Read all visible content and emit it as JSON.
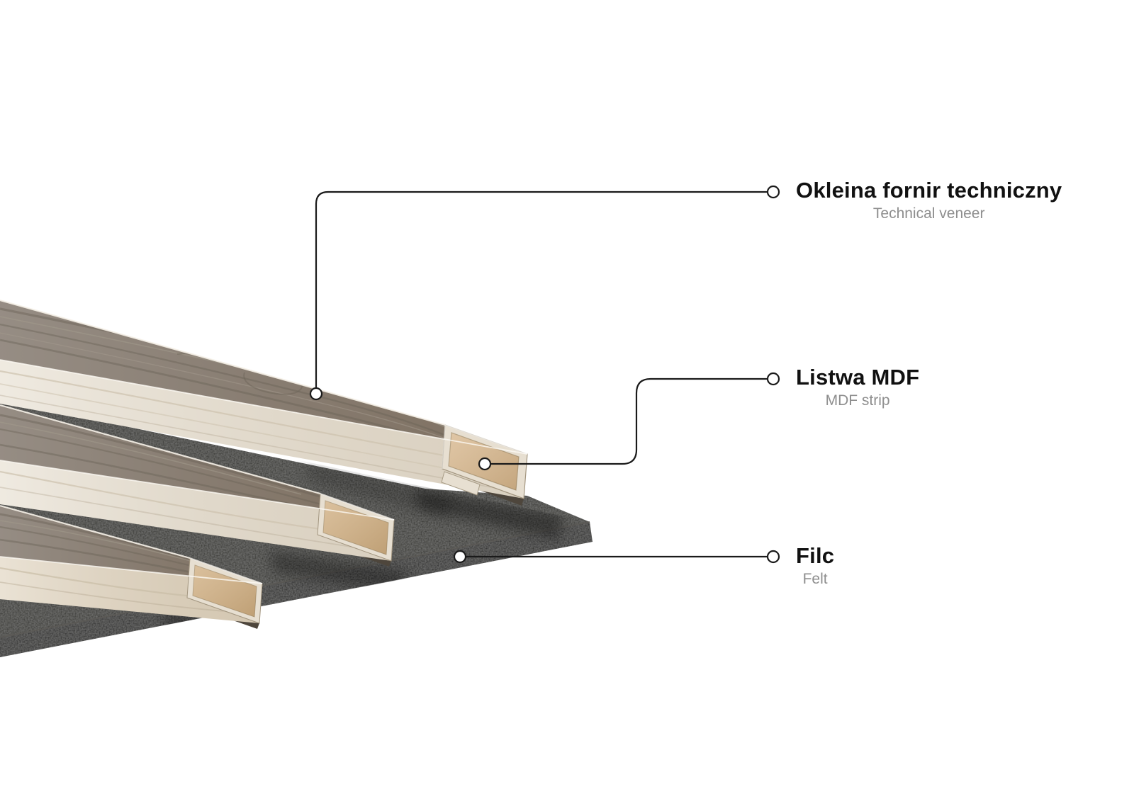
{
  "diagram_subject": "acoustic-slat-panel-structure",
  "callouts": [
    {
      "id": "veneer",
      "title": "Okleina fornir techniczny",
      "subtitle": "Technical veneer"
    },
    {
      "id": "mdf",
      "title": "Listwa MDF",
      "subtitle": "MDF strip"
    },
    {
      "id": "felt",
      "title": "Filc",
      "subtitle": "Felt"
    }
  ],
  "colors": {
    "background": "#ffffff",
    "leader_line": "#1a1a1a",
    "marker_fill": "#ffffff",
    "title_text": "#111111",
    "subtitle_text": "#8e8e8e",
    "wood_top": "#8a8076",
    "wood_front": "#e9e2d5",
    "wood_front_warm": "#e2d7c4",
    "veneer_edge": "#e7dfd1",
    "mdf_core": "#d9ba92",
    "mdf_core_dark": "#d2b287",
    "slat_underside": "#4e463c",
    "felt_top": "#2e2d2c",
    "felt_front": "#232221"
  }
}
